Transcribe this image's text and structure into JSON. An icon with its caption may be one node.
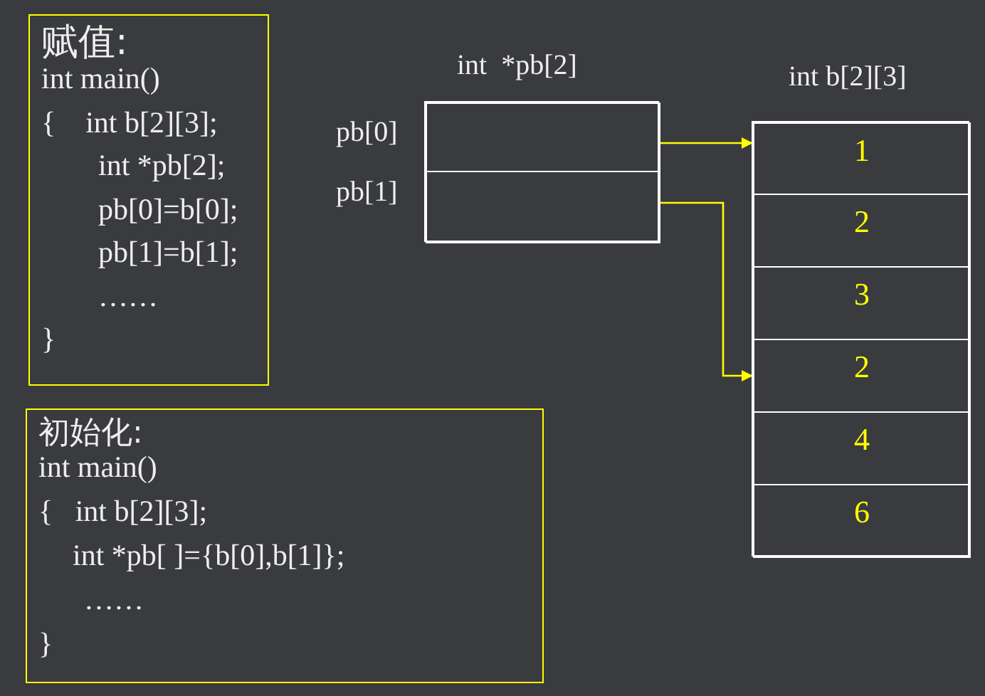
{
  "diagram": {
    "nodes": [
      {
        "text": [
          "赋值:",
          "int main()",
          "{    int b[2][3];",
          "int *pb[2];",
          "pb[0]=b[0];",
          "pb[1]=b[1];",
          "……",
          "}"
        ]
      },
      {
        "text": [
          "初始化:",
          "int main()",
          "{   int b[2][3];",
          "int *pb[ ]={b[0],b[1]};",
          "……",
          "}"
        ]
      },
      {
        "text": [],
        "shape": "box",
        "beside": [
          "int  *pb[2]"
        ]
      },
      {
        "text": [],
        "shape": "box",
        "in": 2,
        "beside": [
          "pb[0]"
        ]
      },
      {
        "text": [],
        "shape": "box",
        "in": 2,
        "beside": [
          "pb[1]"
        ]
      },
      {
        "text": [],
        "shape": "box",
        "beside": [
          "int b[2][3]"
        ]
      },
      {
        "text": [
          "1"
        ],
        "in": 5
      },
      {
        "text": [
          "2"
        ],
        "in": 5
      },
      {
        "text": [
          "3"
        ],
        "in": 5
      },
      {
        "text": [
          "2"
        ],
        "in": 5
      },
      {
        "text": [
          "4"
        ],
        "in": 5
      },
      {
        "text": [
          "6"
        ],
        "in": 5
      }
    ],
    "edges": [
      {
        "from": 3,
        "to": 6,
        "arrow": "to"
      },
      {
        "from": 4,
        "to": 9,
        "arrow": "to"
      }
    ]
  }
}
